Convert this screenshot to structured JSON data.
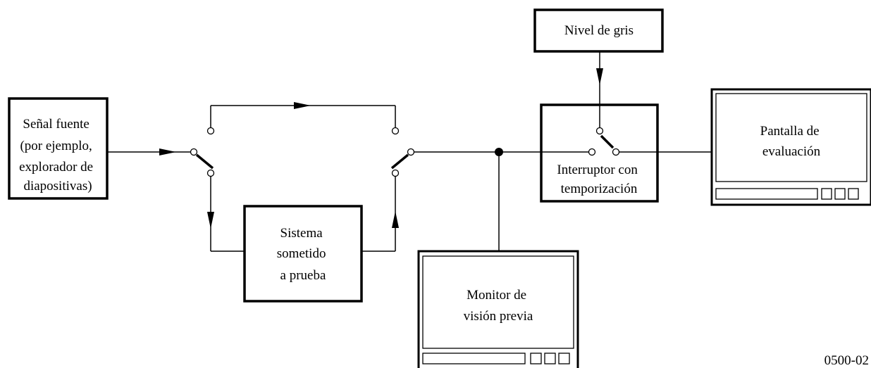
{
  "source_block": {
    "lines": [
      "Señal fuente",
      "(por ejemplo,",
      "explorador de",
      "diapositivas)"
    ]
  },
  "system_block": {
    "lines": [
      "Sistema",
      "sometido",
      "a prueba"
    ]
  },
  "gray_block": {
    "lines": [
      "Nivel de gris"
    ]
  },
  "timer_switch_block": {
    "lines": [
      "Interruptor con",
      "temporización"
    ]
  },
  "eval_display": {
    "lines": [
      "Pantalla de",
      "evaluación"
    ]
  },
  "preview_monitor": {
    "lines": [
      "Monitor de",
      "visión previa"
    ]
  },
  "figure_id": "0500-02"
}
